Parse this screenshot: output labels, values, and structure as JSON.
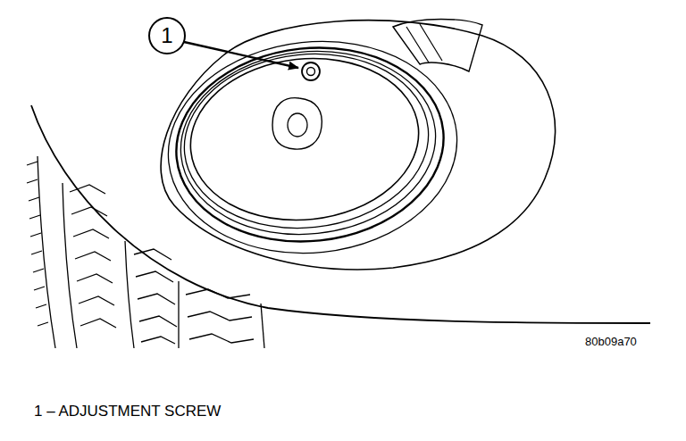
{
  "diagram": {
    "labels": [
      "1",
      "80b09a70",
      "1 – ADJUSTMENT SCREW"
    ]
  }
}
